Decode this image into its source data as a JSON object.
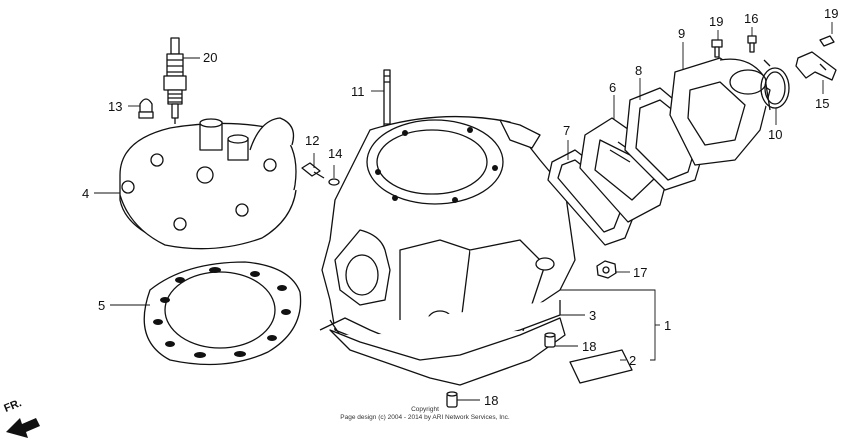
{
  "callouts": {
    "c1": "1",
    "c2": "2",
    "c3": "3",
    "c4": "4",
    "c5": "5",
    "c6": "6",
    "c7": "7",
    "c8": "8",
    "c9": "9",
    "c10": "10",
    "c11": "11",
    "c12": "12",
    "c13": "13",
    "c14": "14",
    "c15": "15",
    "c16": "16",
    "c17": "17",
    "c18a": "18",
    "c18b": "18",
    "c19a": "19",
    "c19b": "19",
    "c20": "20"
  },
  "copyright": {
    "line1": "Copyright",
    "line2": "Page design (c) 2004 - 2014 by ARI Network Services, Inc."
  },
  "direction_label": "FR."
}
